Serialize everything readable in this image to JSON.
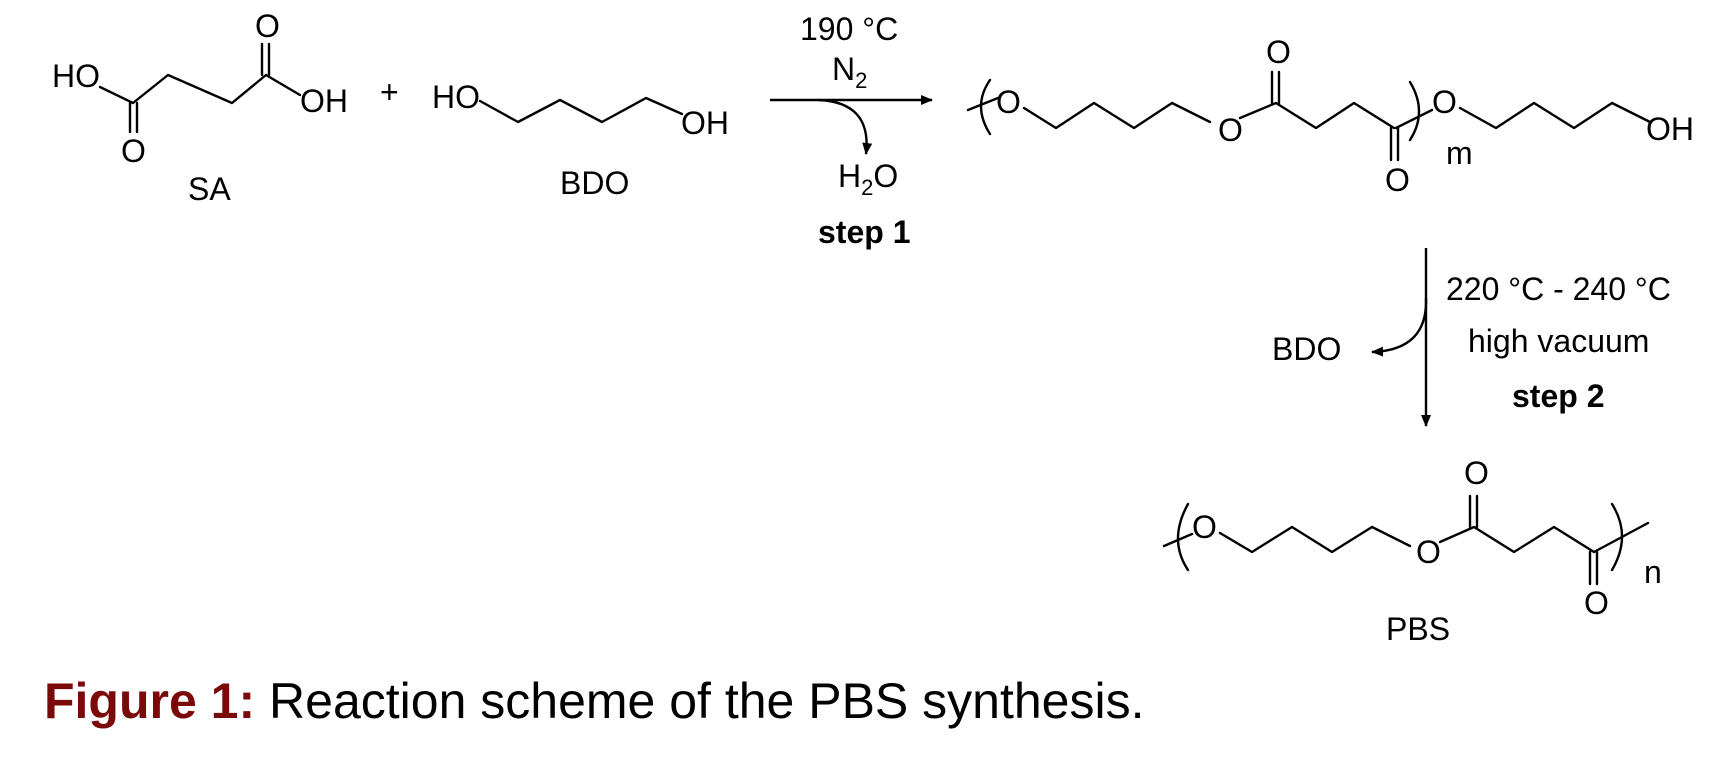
{
  "labels": {
    "ho": "HO",
    "oh": "OH",
    "o": "O",
    "plus": "+",
    "m": "m",
    "n": "n",
    "sa": "SA",
    "bdo": "BDO",
    "bdo_byproduct": "BDO",
    "pbs": "PBS"
  },
  "step1": {
    "temperature": "190 °C",
    "atmosphere_main": "N",
    "atmosphere_sub": "2",
    "byproduct_h": "H",
    "byproduct_sub": "2",
    "byproduct_o": "O",
    "title": "step 1"
  },
  "step2": {
    "temperature": "220 °C - 240 °C",
    "pressure": "high vacuum",
    "title": "step 2"
  },
  "caption": {
    "figure_label": "Figure 1:",
    "text": " Reaction scheme of the PBS synthesis."
  }
}
